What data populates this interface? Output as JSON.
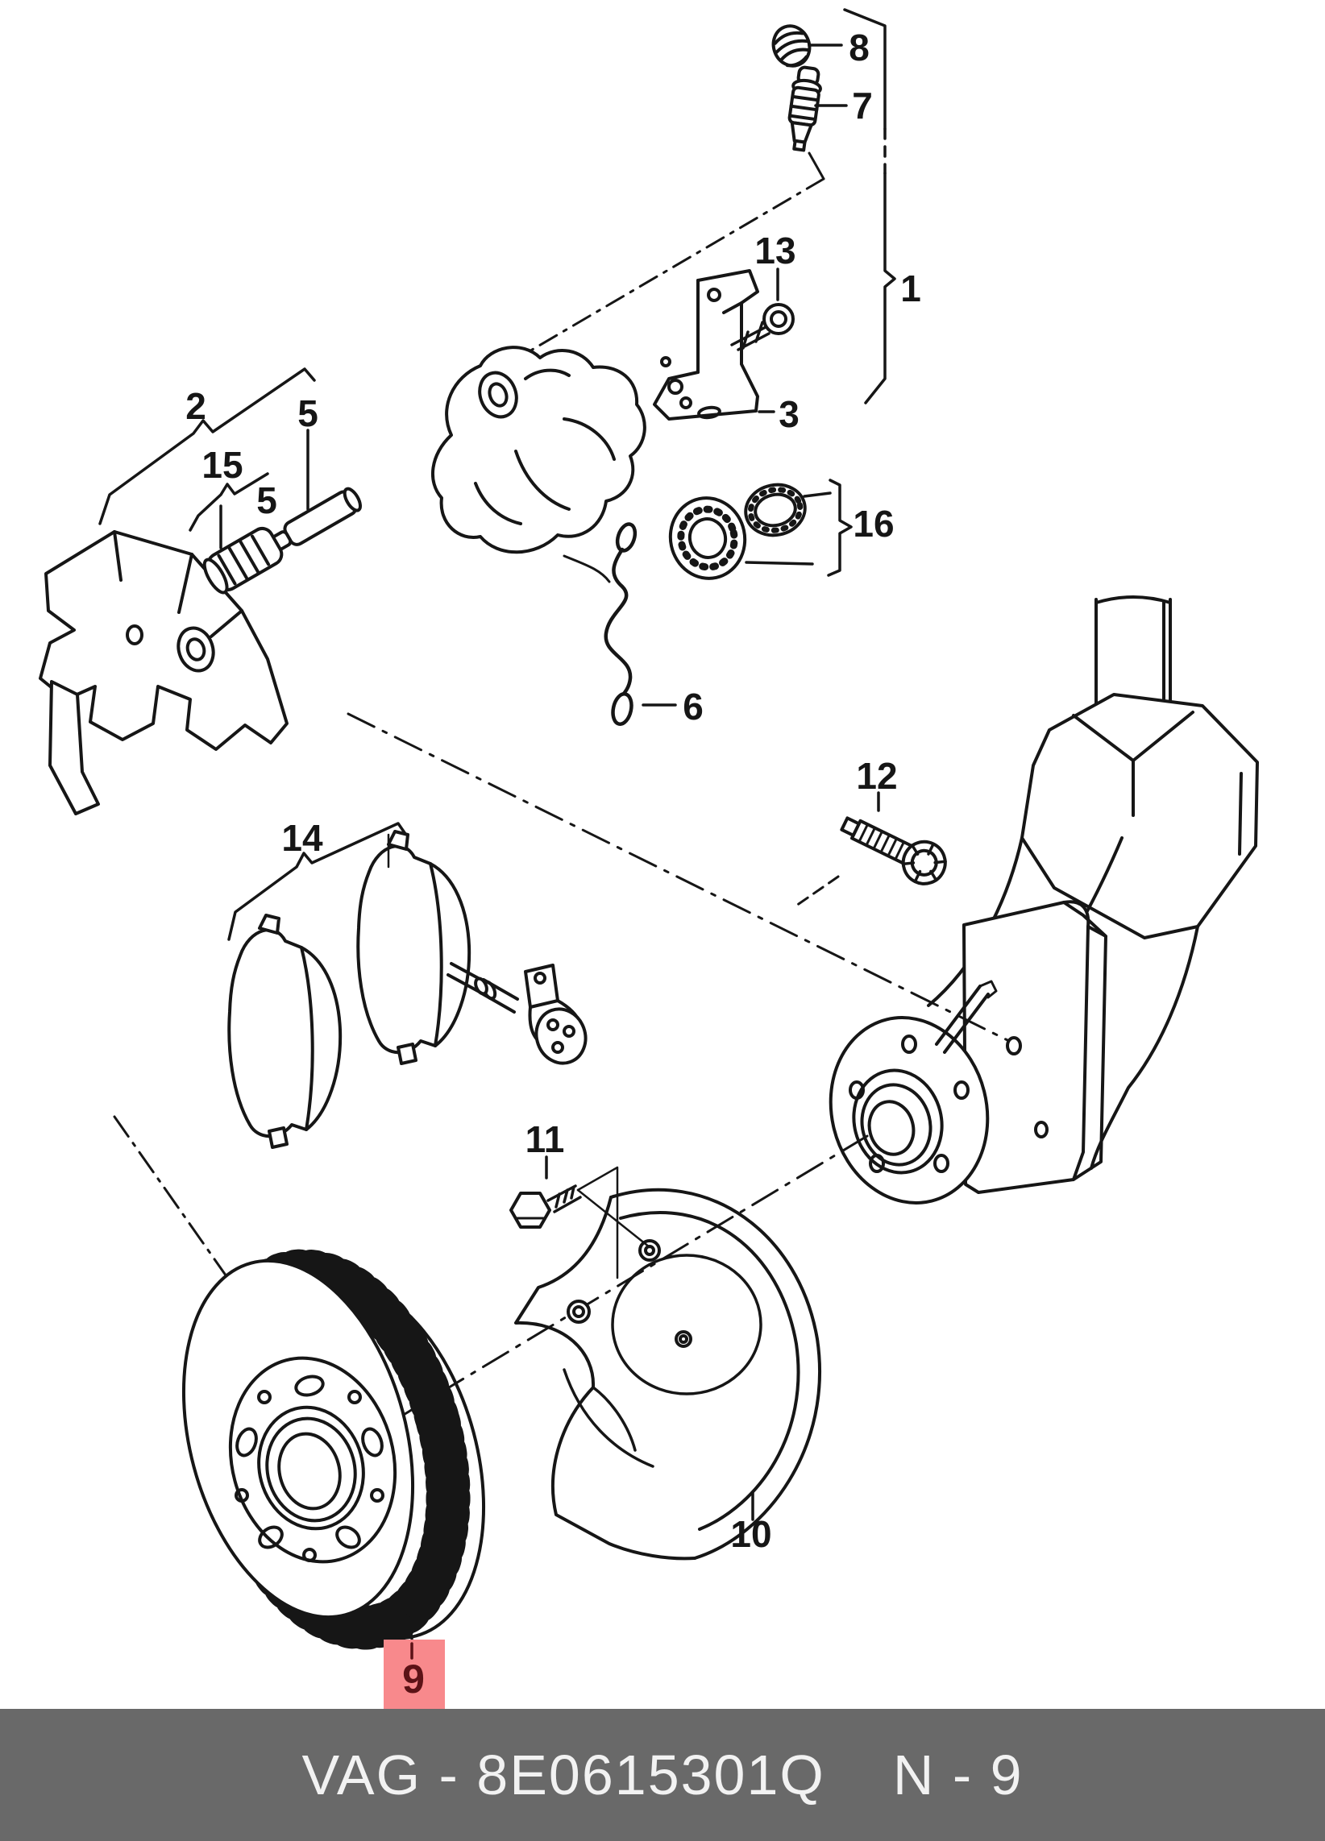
{
  "footer": {
    "part_label": "VAG - 8E0615301Q",
    "section_label": "N - 9"
  },
  "highlight": {
    "label": "9"
  },
  "colors": {
    "highlight_bg": "#F8898C",
    "highlight_fg": "#5C1216",
    "footer_bg": "#696969",
    "footer_fg": "#F2F2F2",
    "line": "#161616"
  },
  "callouts": [
    {
      "label": "1"
    },
    {
      "label": "2"
    },
    {
      "label": "3"
    },
    {
      "label": "5"
    },
    {
      "label": "5"
    },
    {
      "label": "6"
    },
    {
      "label": "7"
    },
    {
      "label": "8"
    },
    {
      "label": "10"
    },
    {
      "label": "11"
    },
    {
      "label": "12"
    },
    {
      "label": "13"
    },
    {
      "label": "14"
    },
    {
      "label": "15"
    },
    {
      "label": "16"
    }
  ]
}
